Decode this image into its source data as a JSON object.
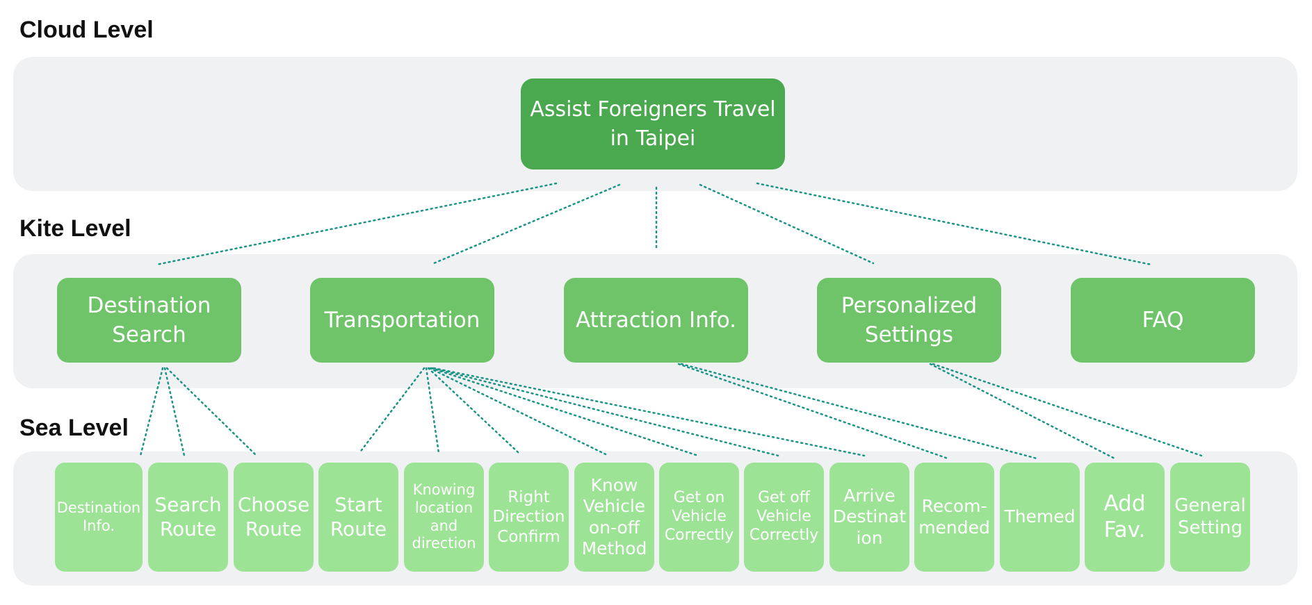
{
  "levels": {
    "cloud": "Cloud Level",
    "kite": "Kite Level",
    "sea": "Sea Level"
  },
  "cloud_node": {
    "label": "Assist Foreigners Travel\nin Taipei"
  },
  "kite_nodes": [
    {
      "label": "Destination\nSearch"
    },
    {
      "label": "Transportation"
    },
    {
      "label": "Attraction Info."
    },
    {
      "label": "Personalized\nSettings"
    },
    {
      "label": "FAQ"
    }
  ],
  "sea_nodes": [
    {
      "label": "Destination\nInfo."
    },
    {
      "label": "Search\nRoute"
    },
    {
      "label": "Choose\nRoute"
    },
    {
      "label": "Start\nRoute"
    },
    {
      "label": "Knowing\nlocation\nand\ndirection"
    },
    {
      "label": "Right\nDirection\nConfirm"
    },
    {
      "label": "Know\nVehicle\non-off\nMethod"
    },
    {
      "label": "Get on\nVehicle\nCorrectly"
    },
    {
      "label": "Get off\nVehicle\nCorrectly"
    },
    {
      "label": "Arrive\nDestinat\nion"
    },
    {
      "label": "Recom-\nmended"
    },
    {
      "label": "Themed"
    },
    {
      "label": "Add\nFav."
    },
    {
      "label": "General\nSetting"
    }
  ],
  "colors": {
    "band": "#f0f1f2",
    "cloud_node": "#4aa84e",
    "kite_node": "#6fc46a",
    "sea_node": "#9de396",
    "connector": "#1a9486"
  }
}
